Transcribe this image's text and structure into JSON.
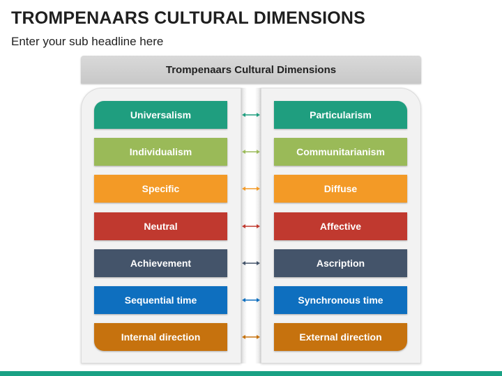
{
  "slide": {
    "title": "TROMPENAARS CULTURAL DIMENSIONS",
    "subtitle": "Enter your sub headline here"
  },
  "diagram": {
    "header": "Trompenaars Cultural Dimensions",
    "rows": [
      {
        "left": "Universalism",
        "right": "Particularism",
        "color": "#1f9e7f"
      },
      {
        "left": "Individualism",
        "right": "Communitarianism",
        "color": "#9aba58"
      },
      {
        "left": "Specific",
        "right": "Diffuse",
        "color": "#f39a26"
      },
      {
        "left": "Neutral",
        "right": "Affective",
        "color": "#c0392f"
      },
      {
        "left": "Achievement",
        "right": "Ascription",
        "color": "#44546a"
      },
      {
        "left": "Sequential time",
        "right": "Synchronous time",
        "color": "#0e6fbf"
      },
      {
        "left": "Internal direction",
        "right": "External direction",
        "color": "#c6720e"
      }
    ],
    "accent_color": "#1aa184"
  }
}
